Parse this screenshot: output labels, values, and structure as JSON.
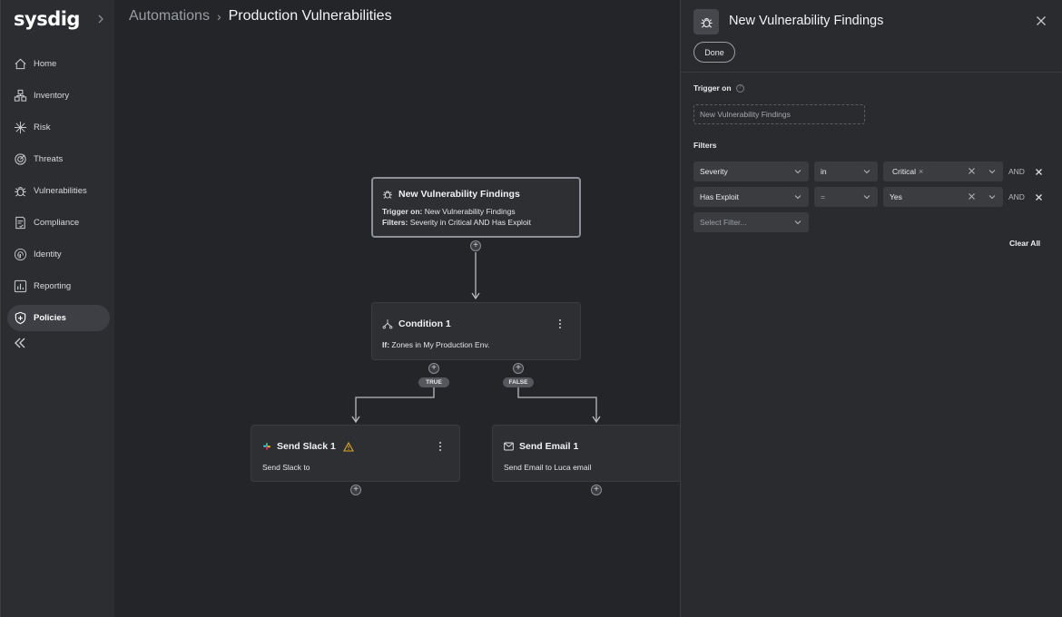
{
  "sidebar": {
    "logo": "sysdig",
    "items": [
      {
        "label": "Home",
        "icon": "home-icon",
        "active": false
      },
      {
        "label": "Inventory",
        "icon": "inventory-icon",
        "active": false
      },
      {
        "label": "Risk",
        "icon": "risk-icon",
        "active": false
      },
      {
        "label": "Threats",
        "icon": "threats-icon",
        "active": false
      },
      {
        "label": "Vulnerabilities",
        "icon": "bug-icon",
        "active": false
      },
      {
        "label": "Compliance",
        "icon": "compliance-icon",
        "active": false
      },
      {
        "label": "Identity",
        "icon": "fingerprint-icon",
        "active": false
      },
      {
        "label": "Reporting",
        "icon": "chart-icon",
        "active": false
      },
      {
        "label": "Policies",
        "icon": "shield-icon",
        "active": true
      }
    ]
  },
  "breadcrumb": {
    "parent": "Automations",
    "current": "Production Vulnerabilities"
  },
  "flow": {
    "trigger_node": {
      "title": "New Vulnerability Findings",
      "trigger_label": "Trigger on:",
      "trigger_value": "New Vulnerability Findings",
      "filters_label": "Filters:",
      "filters_value": "Severity in Critical AND Has Exploit"
    },
    "condition_node": {
      "title": "Condition 1",
      "if_label": "If:",
      "if_value": "Zones in My Production Env."
    },
    "branch_true": "TRUE",
    "branch_false": "FALSE",
    "slack_node": {
      "title": "Send Slack 1",
      "body": "Send Slack to"
    },
    "email_node": {
      "title": "Send Email 1",
      "body": "Send Email to Luca email"
    }
  },
  "panel": {
    "title": "New Vulnerability Findings",
    "done_label": "Done",
    "trigger_on_label": "Trigger on",
    "trigger_on_value": "New Vulnerability Findings",
    "filters_label": "Filters",
    "filters": [
      {
        "field": "Severity",
        "operator": "in",
        "value": "Critical",
        "value_is_chip": true,
        "join": "AND"
      },
      {
        "field": "Has Exploit",
        "operator": "=",
        "value": "Yes",
        "value_is_chip": false,
        "join": "AND"
      }
    ],
    "select_filter_placeholder": "Select Filter...",
    "clear_all_label": "Clear All"
  },
  "colors": {
    "background": "#232528",
    "sidebar": "#2b2d31",
    "panel": "#292b2f",
    "node": "#2d2f33",
    "warning": "#e0a526"
  }
}
